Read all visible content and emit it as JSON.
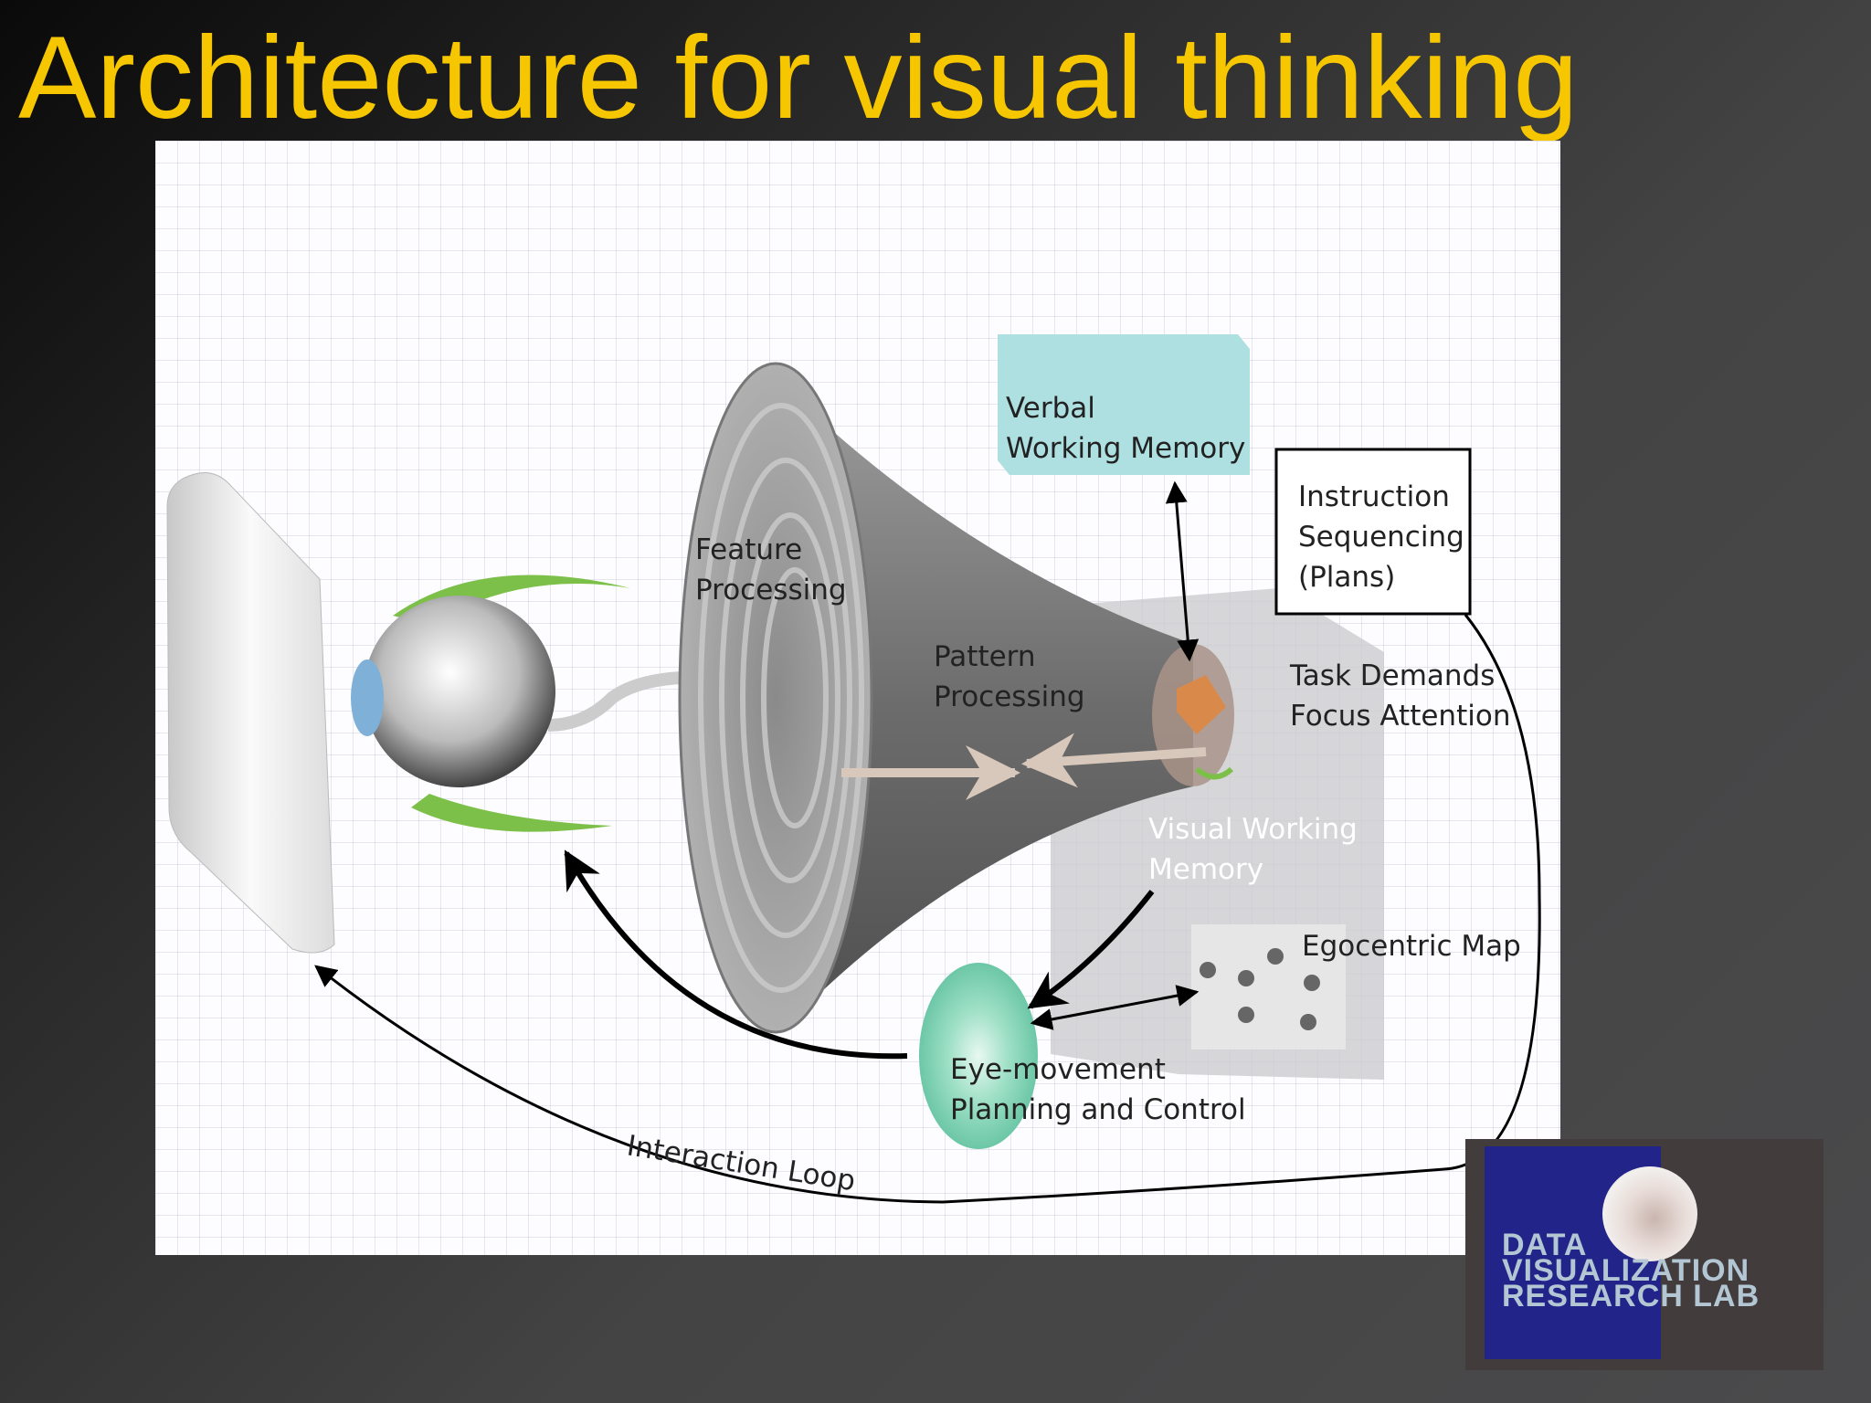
{
  "slide": {
    "title": "Architecture for visual thinking",
    "title_color": "#f6c700"
  },
  "diagram": {
    "labels": {
      "feature_processing": [
        "Feature",
        "Processing"
      ],
      "pattern_processing": [
        "Pattern",
        "Processing"
      ],
      "verbal_working_memory": [
        "Verbal",
        "Working Memory"
      ],
      "instruction_sequencing": [
        "Instruction",
        "Sequencing",
        "(Plans)"
      ],
      "task_demands": [
        "Task Demands",
        "Focus Attention"
      ],
      "visual_working_memory": [
        "Visual Working",
        "Memory"
      ],
      "egocentric_map": "Egocentric Map",
      "eye_movement": [
        "Eye-movement",
        "Planning and Control"
      ],
      "interaction_loop": "Interaction Loop"
    },
    "colors": {
      "verbal_box": "#aee0e2",
      "eye_control": "#7fd6b9",
      "eyelid": "#7cc04a",
      "focus_cube": "#d98a4a",
      "flow_arrows": "#d8c8bb"
    }
  },
  "logo": {
    "text": "DATA\nVISUALIZATION\nRESEARCH LAB"
  }
}
